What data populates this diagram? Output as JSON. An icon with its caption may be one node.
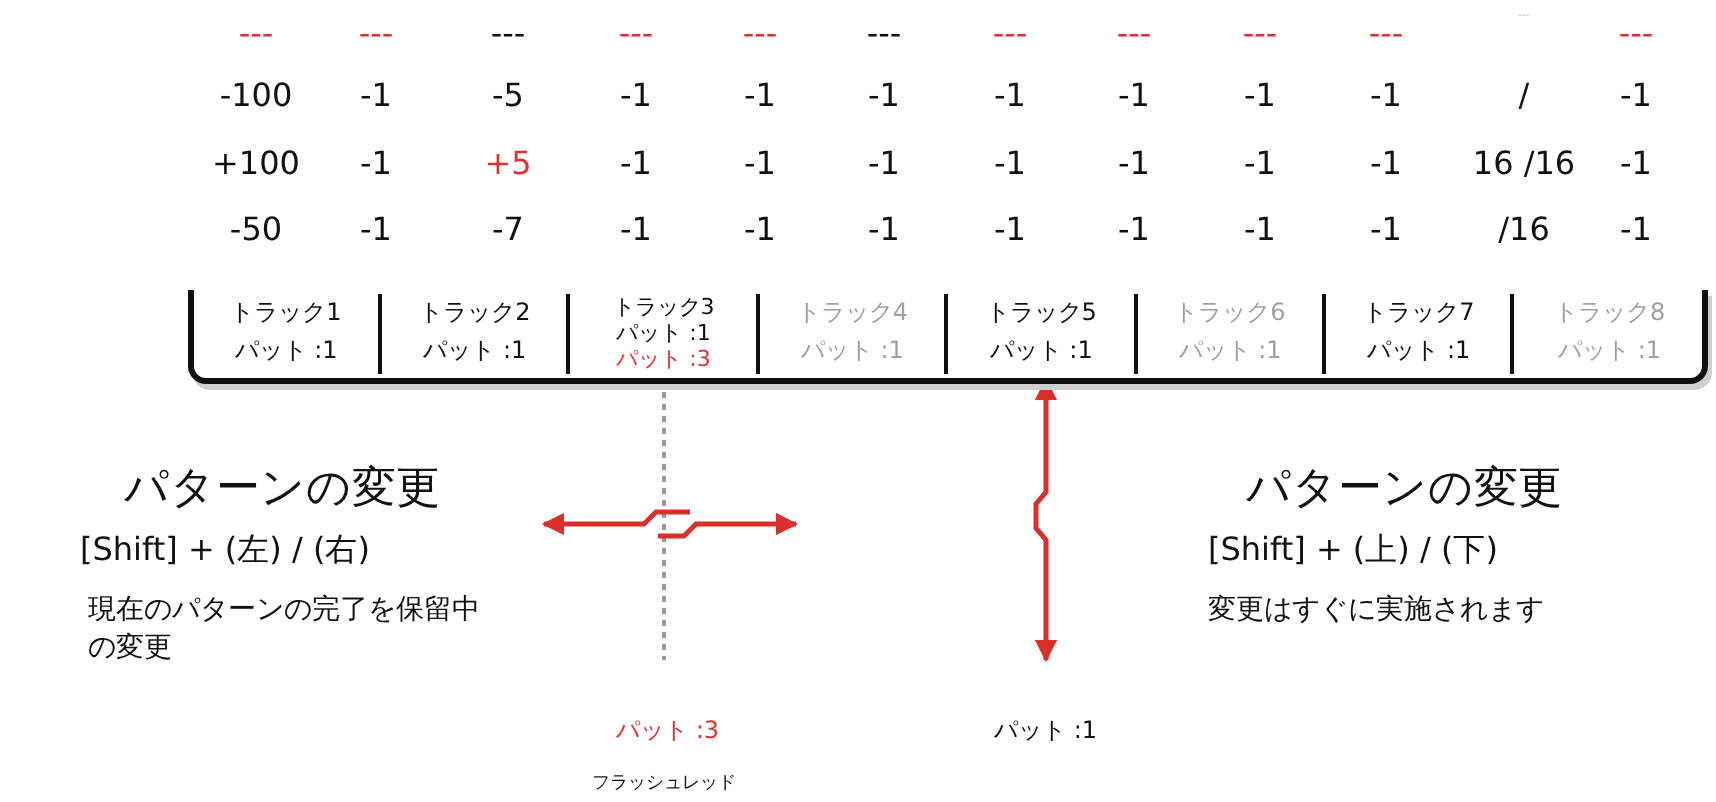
{
  "diagram": {
    "nodes": [
      {
        "text": [
          "トラック1",
          "パット :1"
        ]
      },
      {
        "text": [
          "トラック2",
          "パット :1"
        ]
      },
      {
        "text": [
          "トラック3",
          "パット :1",
          "パット :3"
        ]
      },
      {
        "text": [
          "トラック4",
          "パット :1"
        ]
      },
      {
        "text": [
          "トラック5",
          "パット :1"
        ]
      },
      {
        "text": [
          "トラック6",
          "パット :1"
        ]
      },
      {
        "text": [
          "トラック7",
          "パット :1"
        ]
      },
      {
        "text": [
          "トラック8",
          "パット :1"
        ]
      },
      {
        "text": [
          "パット :3"
        ],
        "beside": [
          "フラッシュレッド"
        ]
      },
      {
        "text": [
          "パット :1"
        ]
      }
    ],
    "edges": [
      {
        "from": 2,
        "to": 8,
        "arrow": "none",
        "style": "dashed",
        "color": "#999999"
      },
      {
        "from": 4,
        "to": 9,
        "arrow": "both",
        "color": "#d9302c"
      }
    ],
    "labels": [
      "---",
      "---",
      "---",
      "---",
      "---",
      "---",
      "---",
      "---",
      "---",
      "---",
      "---",
      "---",
      "-100",
      "-1",
      "-5",
      "-1",
      "-1",
      "-1",
      "-1",
      "-1",
      "-1",
      "-1",
      "/",
      "-1",
      "+100",
      "-1",
      "+5",
      "-1",
      "-1",
      "-1",
      "-1",
      "-1",
      "-1",
      "-1",
      "16 /16",
      "-1",
      "-50",
      "-1",
      "-7",
      "-1",
      "-1",
      "-1",
      "-1",
      "-1",
      "-1",
      "-1",
      "/16",
      "-1",
      "パターンの変更",
      "[Shift] + (左) / (右)",
      "現在のパターンの完了を保留中の変更",
      "パターンの変更",
      "[Shift] + (上) / (下)",
      "変更はすぐに実施されます"
    ]
  }
}
